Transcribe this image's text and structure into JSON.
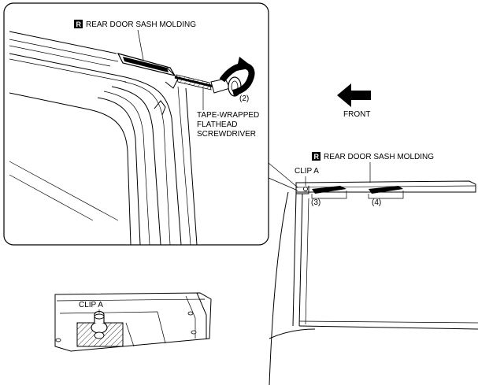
{
  "callouts": {
    "inset_molding_badge": "R",
    "inset_molding_label": "REAR DOOR SASH MOLDING",
    "tool_step": "(2)",
    "tool_line1": "TAPE-WRAPPED",
    "tool_line2": "FLATHEAD",
    "tool_line3": "SCREWDRIVER",
    "front": "FRONT",
    "door_molding_badge": "R",
    "door_molding_label": "REAR DOOR SASH MOLDING",
    "clip_a_door": "CLIP A",
    "step_3": "(3)",
    "step_4": "(4)",
    "clip_a_detail": "CLIP A"
  },
  "colors": {
    "ink": "#000000",
    "paper": "#ffffff"
  }
}
